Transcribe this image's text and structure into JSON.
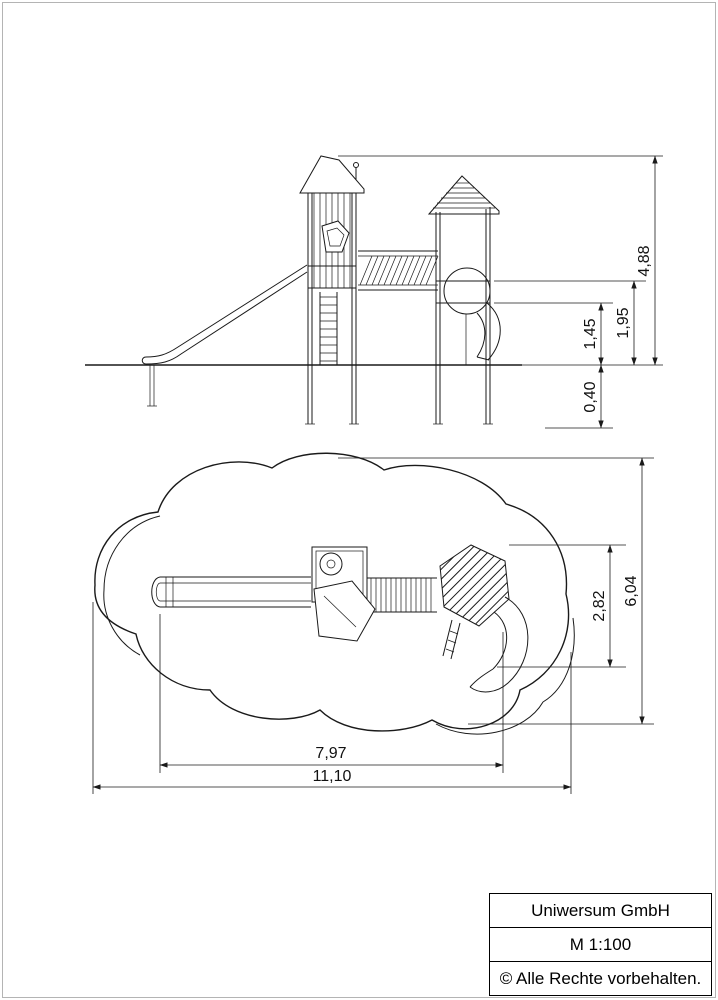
{
  "sheet": {
    "background": "#ffffff",
    "border_color": "#b4b4b4",
    "line_color": "#1a1a1a"
  },
  "elevation_view": {
    "dimensions": {
      "total_height": "4,88",
      "upper_platform_height": "1,95",
      "lower_platform_height": "1,45",
      "foundation_depth": "0,40"
    }
  },
  "plan_view": {
    "dimensions": {
      "safety_area_depth": "6,04",
      "equipment_depth": "2,82",
      "equipment_length": "7,97",
      "safety_area_length": "11,10"
    }
  },
  "title_block": {
    "company": "Uniwersum GmbH",
    "scale": "M 1:100",
    "copyright": "© Alle Rechte vorbehalten."
  }
}
